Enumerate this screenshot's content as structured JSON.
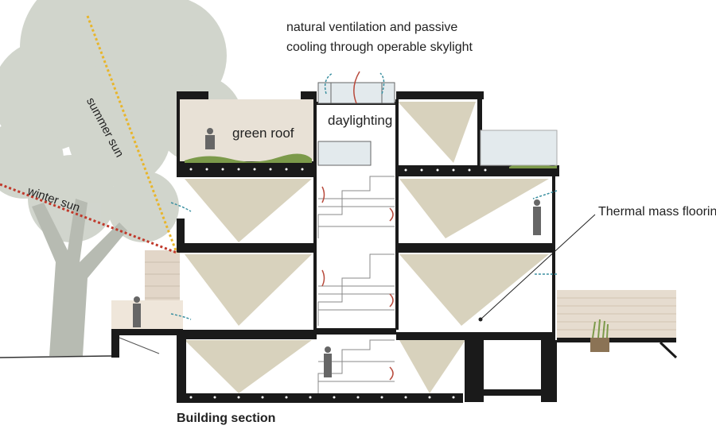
{
  "labels": {
    "ventilation_line1": "natural ventilation and passive",
    "ventilation_line2": "cooling through operable skylight",
    "daylighting": "daylighting",
    "green_roof": "green roof",
    "summer_sun": "summer sun",
    "winter_sun": "winter sun",
    "thermal_mass": "Thermal mass flooring",
    "caption": "Building section"
  },
  "colors": {
    "structure": "#1a1a1a",
    "light_cone": "#d8d2bd",
    "tree": "#c4c9bf",
    "summer_sun_line": "#e8b52a",
    "winter_sun_line": "#c0392b",
    "airflow_warm": "#b84a3c",
    "airflow_cool": "#3a8fa0",
    "stair": "#888888",
    "glass": "#e3eaed",
    "planting": "#7c9a4a",
    "deck": "#e2d6c8"
  }
}
